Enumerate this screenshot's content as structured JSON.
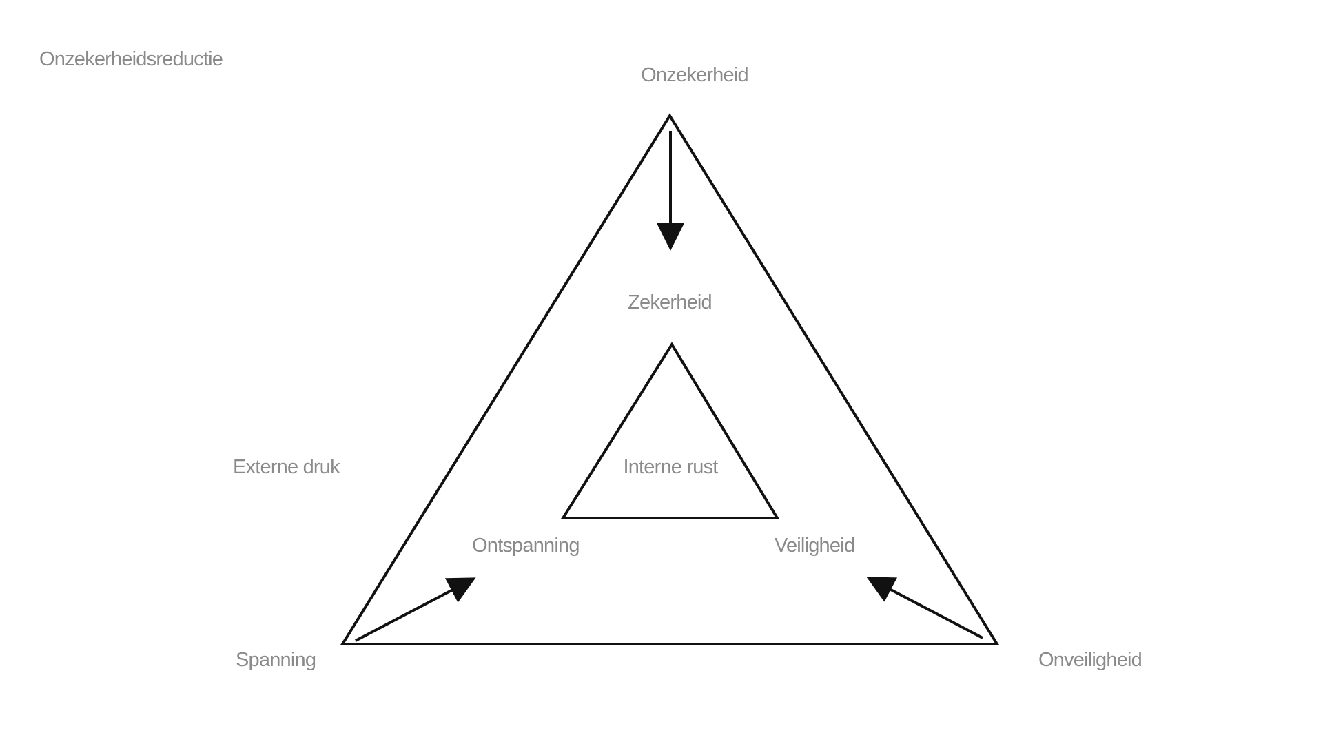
{
  "slide": {
    "title": "Onzekerheidsreductie",
    "labels": {
      "top_outer": "Onzekerheid",
      "top_inner": "Zekerheid",
      "center": "Interne rust",
      "left_outer": "Spanning",
      "left_inner": "Ontspanning",
      "right_outer": "Onveiligheid",
      "right_inner": "Veiligheid",
      "side_left": "Externe druk"
    }
  },
  "colors": {
    "background": "#ffffff",
    "stroke": "#111111",
    "text": "#8a8a8a"
  }
}
